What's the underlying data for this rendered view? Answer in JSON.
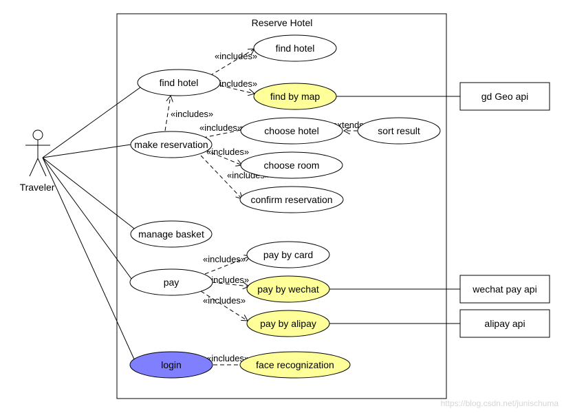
{
  "system_title": "Reserve Hotel",
  "actor": {
    "name": "Traveler"
  },
  "use_cases": {
    "find_hotel_main": {
      "label": "find hotel",
      "fill": "#ffffff"
    },
    "find_hotel_sub": {
      "label": "find hotel",
      "fill": "#ffffff"
    },
    "find_by_map": {
      "label": "find by map",
      "fill": "#ffff99"
    },
    "make_reservation": {
      "label": "make reservation",
      "fill": "#ffffff"
    },
    "choose_hotel": {
      "label": "choose hotel",
      "fill": "#ffffff"
    },
    "sort_result": {
      "label": "sort result",
      "fill": "#ffffff"
    },
    "choose_room": {
      "label": "choose room",
      "fill": "#ffffff"
    },
    "confirm_reservation": {
      "label": "confirm reservation",
      "fill": "#ffffff"
    },
    "manage_basket": {
      "label": "manage basket",
      "fill": "#ffffff"
    },
    "pay": {
      "label": "pay",
      "fill": "#ffffff"
    },
    "pay_by_card": {
      "label": "pay by card",
      "fill": "#ffffff"
    },
    "pay_by_wechat": {
      "label": "pay by wechat",
      "fill": "#ffff99"
    },
    "pay_by_alipay": {
      "label": "pay by alipay",
      "fill": "#ffff99"
    },
    "login": {
      "label": "login",
      "fill": "#8080ff"
    },
    "face_recognization": {
      "label": "face recognization",
      "fill": "#ffff99"
    }
  },
  "external_systems": {
    "gd_geo_api": {
      "label": "gd Geo api"
    },
    "wechat_pay_api": {
      "label": "wechat pay api"
    },
    "alipay_api": {
      "label": "alipay api"
    }
  },
  "relations": {
    "includes": "«includes»",
    "extends": "«extends»"
  },
  "watermark": "https://blog.csdn.net/junischuma"
}
